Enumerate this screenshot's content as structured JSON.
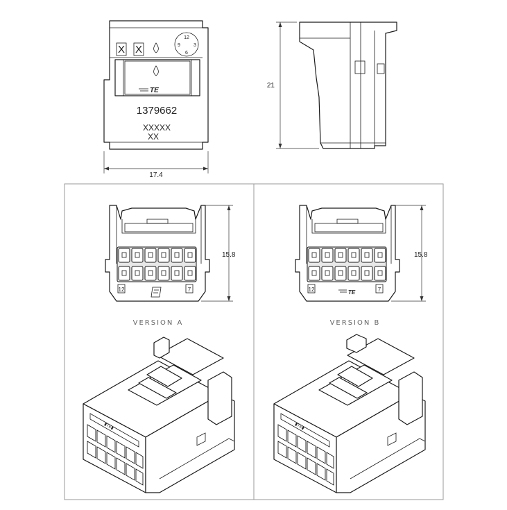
{
  "drawing": {
    "front_view": {
      "part_number": "1379662",
      "code_line1": "XXXXX",
      "code_line2": "XX",
      "mark_left": "X",
      "mark_right": "X",
      "clock": {
        "top": "12",
        "left": "9",
        "right": "3",
        "bottom": "6"
      },
      "logo": "TE",
      "width_dim": "17.4"
    },
    "side_view": {
      "height_dim": "21"
    },
    "version_a": {
      "label": "VERSION A",
      "height_dim": "15.8",
      "pin_left": "12",
      "pin_right": "7"
    },
    "version_b": {
      "label": "VERSION B",
      "height_dim": "15.8",
      "pin_left": "12",
      "pin_right": "7",
      "logo": "TE"
    }
  }
}
